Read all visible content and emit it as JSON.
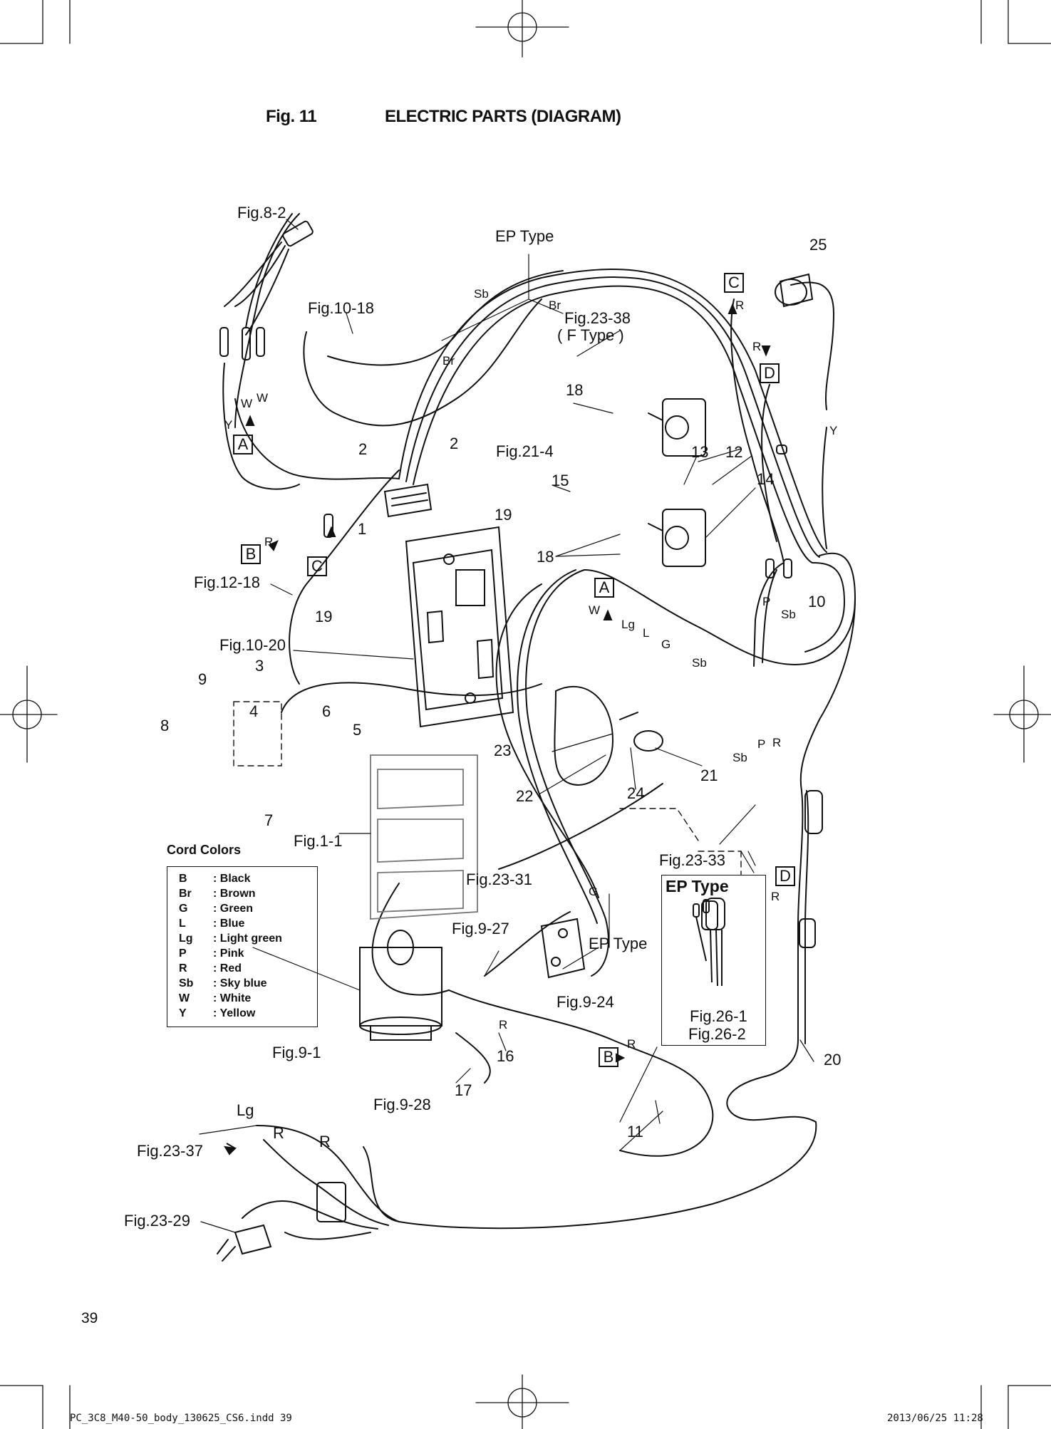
{
  "header": {
    "fig": "Fig. 11",
    "title": "ELECTRIC PARTS (DIAGRAM)"
  },
  "refs": {
    "fig8_2": "Fig.8-2",
    "fig10_18": "Fig.10-18",
    "fig23_38": "Fig.23-38",
    "f_type": "( F Type )",
    "fig21_4": "Fig.21-4",
    "fig12_18": "Fig.12-18",
    "fig10_20": "Fig.10-20",
    "fig1_1": "Fig.1-1",
    "fig23_31": "Fig.23-31",
    "fig9_27": "Fig.9-27",
    "fig9_24": "Fig.9-24",
    "fig9_1": "Fig.9-1",
    "fig9_28": "Fig.9-28",
    "fig23_37": "Fig.23-37",
    "fig23_29": "Fig.23-29",
    "fig23_33": "Fig.23-33",
    "fig26_1": "Fig.26-1",
    "fig26_2": "Fig.26-2",
    "ep_type": "EP Type"
  },
  "parts": {
    "p1": "1",
    "p2": "2",
    "p3": "3",
    "p4": "4",
    "p5": "5",
    "p6": "6",
    "p7": "7",
    "p8": "8",
    "p9": "9",
    "p10": "10",
    "p11": "11",
    "p12": "12",
    "p13": "13",
    "p14": "14",
    "p15": "15",
    "p16": "16",
    "p17": "17",
    "p18": "18",
    "p19": "19",
    "p20": "20",
    "p21": "21",
    "p22": "22",
    "p23": "23",
    "p24": "24",
    "p25": "25"
  },
  "connectors": {
    "a": "A",
    "b": "B",
    "c": "C",
    "d": "D"
  },
  "wire_codes": {
    "y": "Y",
    "w": "W",
    "r": "R",
    "g": "G",
    "l": "L",
    "lg": "Lg",
    "p": "P",
    "sb": "Sb",
    "br": "Br"
  },
  "cord_colors": {
    "title": "Cord Colors",
    "rows": [
      {
        "code": "B",
        "name": ": Black"
      },
      {
        "code": "Br",
        "name": ": Brown"
      },
      {
        "code": "G",
        "name": ": Green"
      },
      {
        "code": "L",
        "name": ": Blue"
      },
      {
        "code": "Lg",
        "name": ": Light green"
      },
      {
        "code": "P",
        "name": ": Pink"
      },
      {
        "code": "R",
        "name": ": Red"
      },
      {
        "code": "Sb",
        "name": ": Sky blue"
      },
      {
        "code": "W",
        "name": ": White"
      },
      {
        "code": "Y",
        "name": ": Yellow"
      }
    ]
  },
  "page_number": "39",
  "footer": {
    "file": "PC_3C8_M40-50_body_130625_CS6.indd   39",
    "timestamp": "2013/06/25   11:28"
  }
}
